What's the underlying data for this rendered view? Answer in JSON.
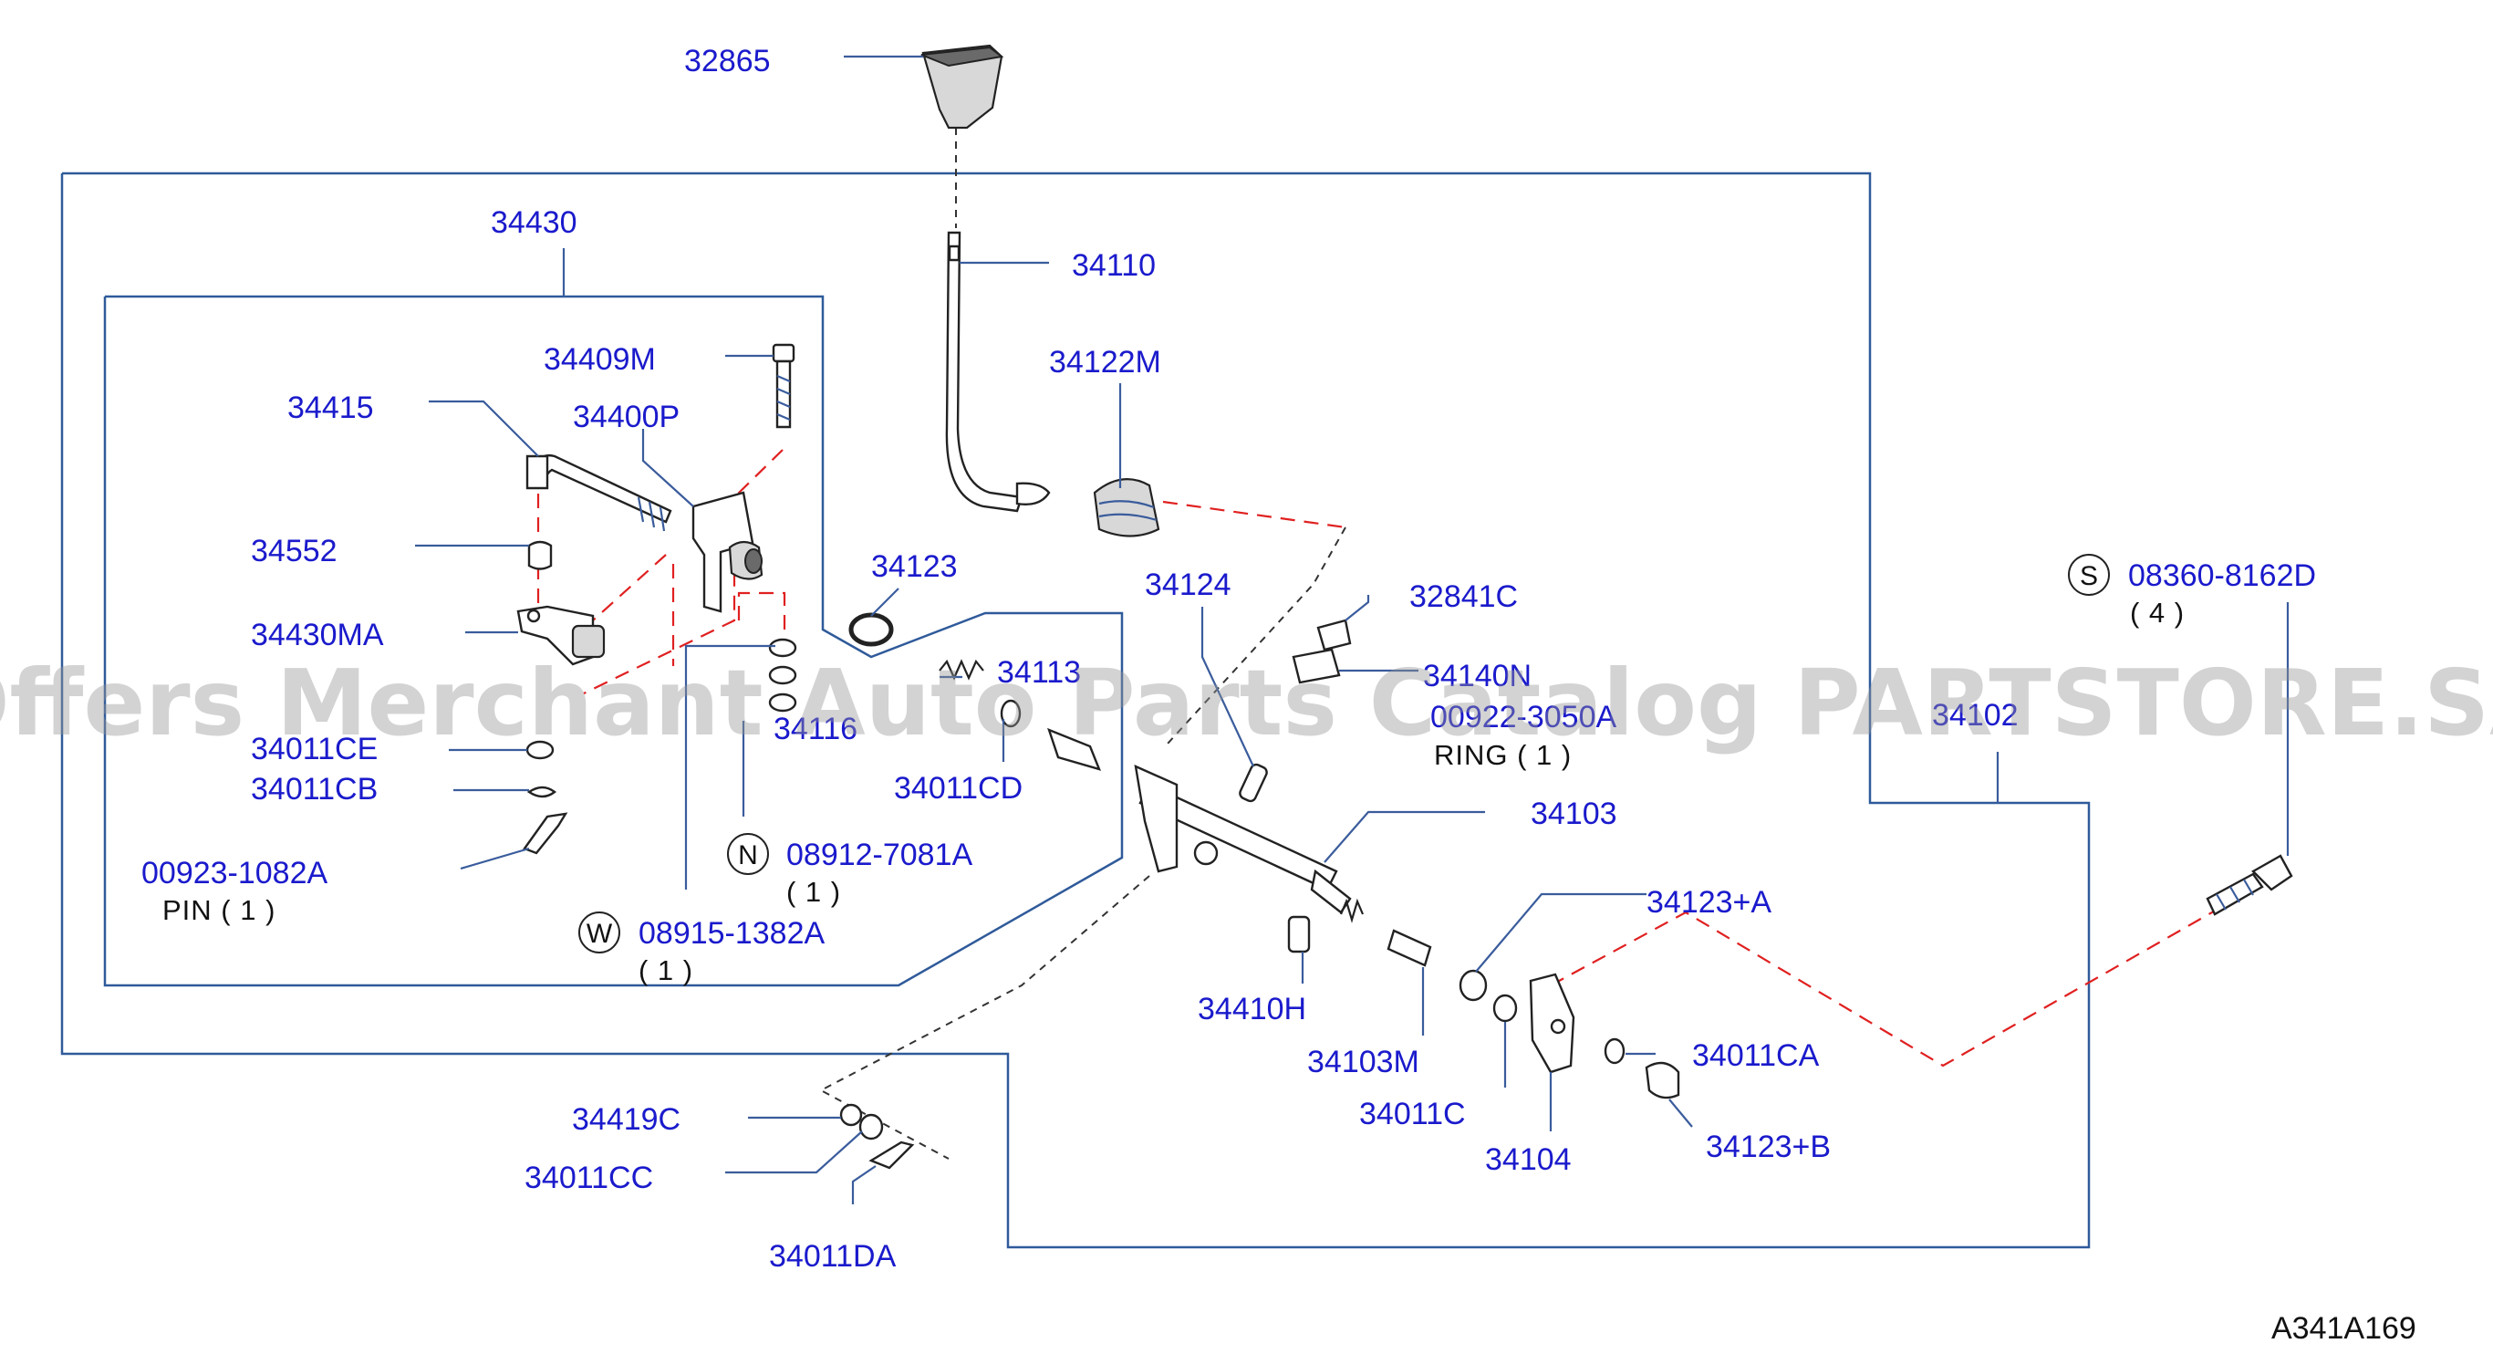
{
  "watermark": "Offers Merchant Auto Parts Catalog PARTSTORE.SA",
  "diagram_code": "A341A169",
  "colors": {
    "label": "#1a1acc",
    "frame": "#2f5a9a",
    "dashed_link": "#e02020"
  },
  "parts": {
    "p32865": "32865",
    "p34430": "34430",
    "p34110": "34110",
    "p34409M": "34409M",
    "p34122M": "34122M",
    "p34415": "34415",
    "p34400P": "34400P",
    "p34552": "34552",
    "p34123": "34123",
    "p34124": "34124",
    "p32841C": "32841C",
    "p34430MA": "34430MA",
    "p34113": "34113",
    "p34140N": "34140N",
    "p00922A": "00922-3050A",
    "ring_note": "RING  ( 1 )",
    "p34102": "34102",
    "p34116": "34116",
    "p34011CE": "34011CE",
    "p34011CB": "34011CB",
    "p34011CD": "34011CD",
    "p34103": "34103",
    "p00923": "00923-1082A",
    "pin_note": "PIN  ( 1 )",
    "p08912": "08912-7081A",
    "p08912_qty": "( 1 )",
    "p08915": "08915-1382A",
    "p08915_qty": "( 1 )",
    "p34123A": "34123+A",
    "p34410H": "34410H",
    "p34103M": "34103M",
    "p34011CA": "34011CA",
    "p34011C": "34011C",
    "p34104": "34104",
    "p34123B": "34123+B",
    "p34419C": "34419C",
    "p34011CC": "34011CC",
    "p34011DA": "34011DA",
    "p08360": "08360-8162D",
    "p08360_qty": "( 4 )"
  },
  "markers": {
    "N": "N",
    "W": "W",
    "S": "S"
  }
}
